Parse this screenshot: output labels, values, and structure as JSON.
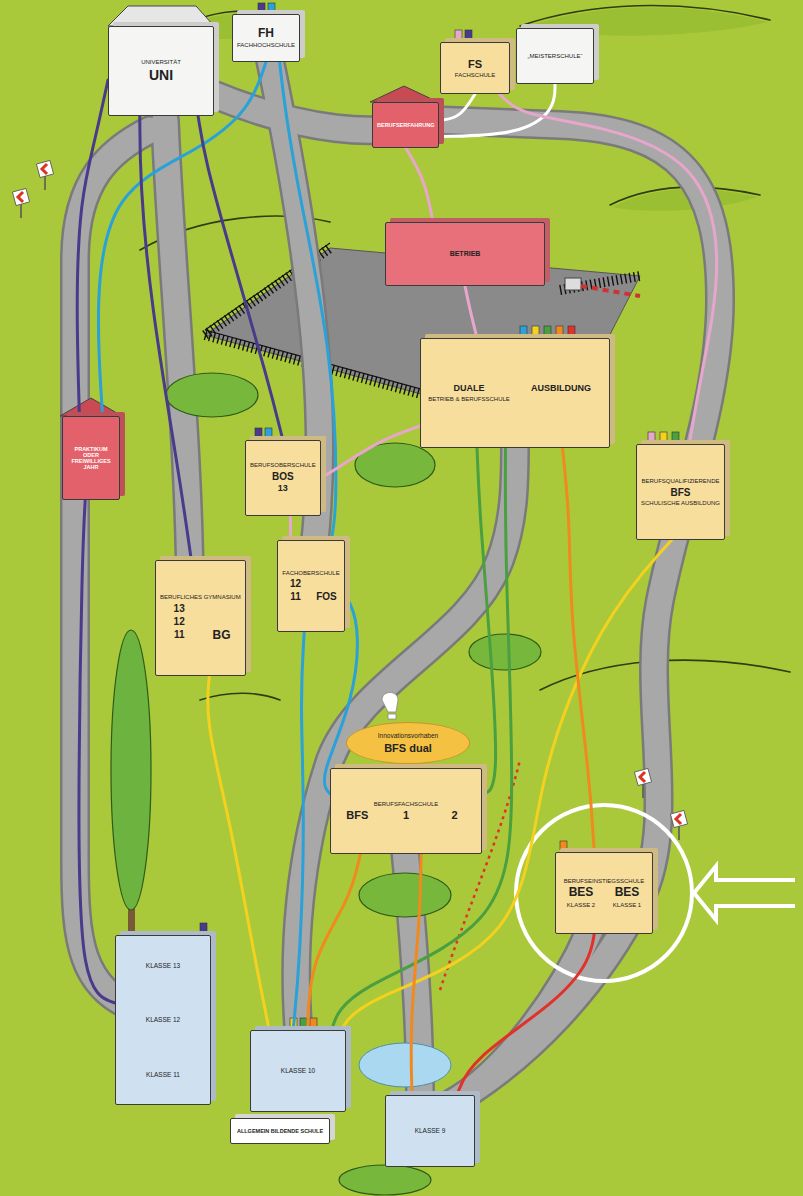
{
  "diagram": {
    "nodes": [
      {
        "text": [
          "UNIVERSITÄT",
          "UNI"
        ]
      },
      {
        "text": [
          "FH",
          "FACHHOCHSCHULE"
        ]
      },
      {
        "text": [
          "FS",
          "FACHSCHULE"
        ]
      },
      {
        "text": [
          "„MEISTERSCHULE“"
        ]
      },
      {
        "text": [
          "BERUFSERFAHRUNG"
        ]
      },
      {
        "text": [
          "BETRIEB"
        ]
      },
      {
        "text": [
          "DUALE",
          "BETRIEB & BERUFSSCHULE",
          "AUSBILDUNG"
        ]
      },
      {
        "text": [
          "BERUFSQUALIFIZIERENDE",
          "BFS",
          "SCHULISCHE AUSBILDUNG"
        ]
      },
      {
        "text": [
          "PRAKTIKUM ODER FREIWILLIGES JAHR"
        ]
      },
      {
        "text": [
          "BERUFSOBERSCHULE",
          "BOS",
          "13"
        ]
      },
      {
        "text": [
          "FACHOBERSCHULE",
          "12",
          "11",
          "FOS"
        ]
      },
      {
        "text": [
          "BERUFLICHES GYMNASIUM",
          "13",
          "12",
          "11",
          "BG"
        ]
      },
      {
        "text": [
          "Innovationsvorhaben",
          "BFS dual"
        ]
      },
      {
        "text": [
          "BERUFSFACHSCHULE",
          "BFS",
          "1",
          "2"
        ]
      },
      {
        "text": [
          "BERUFSEINSTIEGSSCHULE",
          "BES",
          "KLASSE 2",
          "BES",
          "KLASSE 1"
        ]
      },
      {
        "text": [
          "KLASSE 13",
          "KLASSE 12",
          "KLASSE 11"
        ]
      },
      {
        "text": [
          "KLASSE 10"
        ]
      },
      {
        "text": [
          "KLASSE 9"
        ]
      },
      {
        "text": [
          "ALLGEMEIN BILDENDE SCHULE"
        ]
      }
    ],
    "edges": [
      {
        "from": 15,
        "to": 8,
        "arrow": "none"
      },
      {
        "from": 8,
        "to": 0,
        "arrow": "none"
      },
      {
        "from": 8,
        "to": 1,
        "arrow": "none"
      },
      {
        "from": 16,
        "to": 11,
        "arrow": "none"
      },
      {
        "from": 16,
        "to": 10,
        "arrow": "none"
      },
      {
        "from": 11,
        "to": 0,
        "arrow": "none"
      },
      {
        "from": 10,
        "to": 1,
        "arrow": "none"
      },
      {
        "from": 10,
        "to": 9,
        "arrow": "none"
      },
      {
        "from": 9,
        "to": 0,
        "arrow": "none"
      },
      {
        "from": 6,
        "to": 9,
        "arrow": "none"
      },
      {
        "from": 16,
        "to": 6,
        "arrow": "none"
      },
      {
        "from": 16,
        "to": 7,
        "arrow": "none"
      },
      {
        "from": 16,
        "to": 13,
        "arrow": "none"
      },
      {
        "from": 17,
        "to": 13,
        "arrow": "none"
      },
      {
        "from": 17,
        "to": 14,
        "arrow": "none"
      },
      {
        "from": 14,
        "to": 6,
        "arrow": "none"
      },
      {
        "from": 13,
        "to": 6,
        "arrow": "none"
      },
      {
        "from": 13,
        "to": 10,
        "arrow": "none"
      },
      {
        "from": 6,
        "to": 5,
        "arrow": "none"
      },
      {
        "from": 5,
        "to": 4,
        "arrow": "none"
      },
      {
        "from": 4,
        "to": 2,
        "arrow": "none"
      },
      {
        "from": 4,
        "to": 3,
        "arrow": "none"
      },
      {
        "from": 7,
        "to": 2,
        "arrow": "none"
      }
    ]
  }
}
